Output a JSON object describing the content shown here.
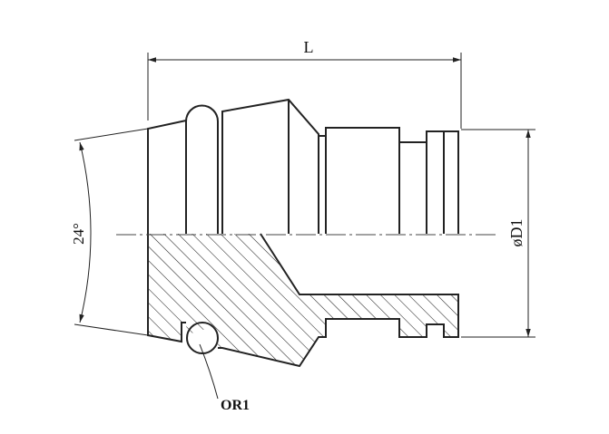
{
  "labels": {
    "length": "L",
    "diameter": "øD1",
    "angle": "24°",
    "o_ring": "OR1"
  },
  "colors": {
    "line": "#222222",
    "background": "#ffffff"
  }
}
